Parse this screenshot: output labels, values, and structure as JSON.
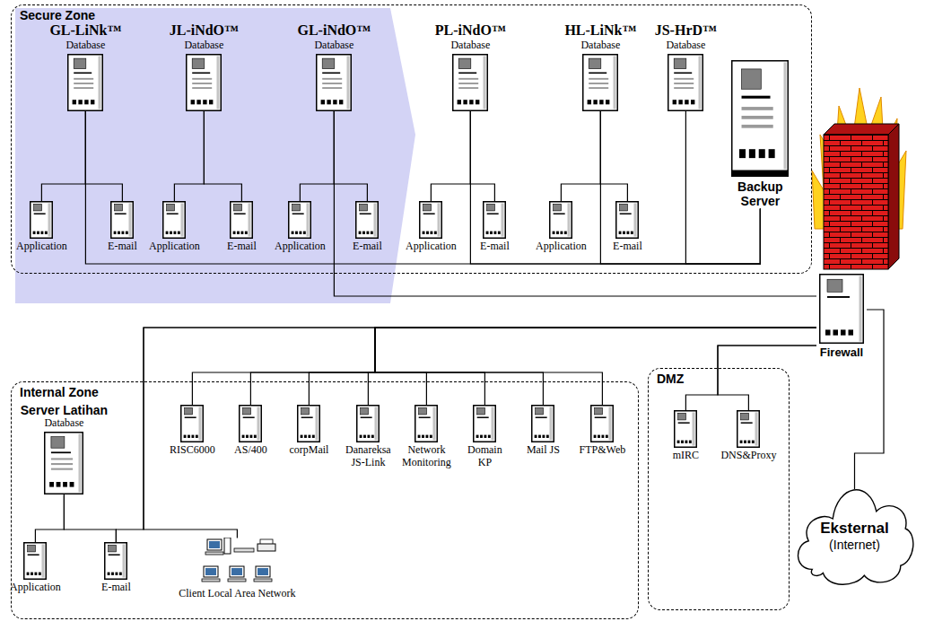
{
  "diagram": {
    "nodes": [
      {
        "text": [
          "Secure Zone"
        ]
      },
      {
        "text": [
          "GL-LiNk™",
          "Database"
        ],
        "in": 0
      },
      {
        "text": [
          "JL-iNdO™",
          "Database"
        ],
        "in": 0
      },
      {
        "text": [
          "GL-iNdO™",
          "Database"
        ],
        "in": 0
      },
      {
        "text": [
          "PL-iNdO™",
          "Database"
        ],
        "in": 0
      },
      {
        "text": [
          "HL-LiNk™",
          "Database"
        ],
        "in": 0
      },
      {
        "text": [
          "JS-HrD™",
          "Database"
        ],
        "in": 0
      },
      {
        "text": [
          "Backup Server"
        ],
        "in": 0
      },
      {
        "text": [
          "Application"
        ],
        "in": 0
      },
      {
        "text": [
          "E-mail"
        ],
        "in": 0
      },
      {
        "text": [
          "Application"
        ],
        "in": 0
      },
      {
        "text": [
          "E-mail"
        ],
        "in": 0
      },
      {
        "text": [
          "Application"
        ],
        "in": 0
      },
      {
        "text": [
          "E-mail"
        ],
        "in": 0
      },
      {
        "text": [
          "Application"
        ],
        "in": 0
      },
      {
        "text": [
          "E-mail"
        ],
        "in": 0
      },
      {
        "text": [
          "Application"
        ],
        "in": 0
      },
      {
        "text": [
          "E-mail"
        ],
        "in": 0
      },
      {
        "text": [
          "Firewall"
        ]
      },
      {
        "text": [
          "Internal Zone"
        ]
      },
      {
        "text": [
          "Server Latihan",
          "Database"
        ],
        "in": 19
      },
      {
        "text": [
          "RISC6000"
        ],
        "in": 19
      },
      {
        "text": [
          "AS/400"
        ],
        "in": 19
      },
      {
        "text": [
          "corpMail"
        ],
        "in": 19
      },
      {
        "text": [
          "Danareksa JS-Link"
        ],
        "in": 19
      },
      {
        "text": [
          "Network Monitoring"
        ],
        "in": 19
      },
      {
        "text": [
          "Domain KP"
        ],
        "in": 19
      },
      {
        "text": [
          "Mail JS"
        ],
        "in": 19
      },
      {
        "text": [
          "FTP&Web"
        ],
        "in": 19
      },
      {
        "text": [
          "Application"
        ],
        "in": 19
      },
      {
        "text": [
          "E-mail"
        ],
        "in": 19
      },
      {
        "text": [
          "Client Local Area Network"
        ],
        "in": 19
      },
      {
        "text": [
          "DMZ"
        ]
      },
      {
        "text": [
          "mIRC"
        ],
        "in": 32
      },
      {
        "text": [
          "DNS&Proxy"
        ],
        "in": 32
      },
      {
        "text": [
          "Eksternal",
          "(Internet)"
        ]
      }
    ],
    "edges": [
      {
        "from": 1,
        "to": 8,
        "arrow": "none"
      },
      {
        "from": 1,
        "to": 9,
        "arrow": "none"
      },
      {
        "from": 2,
        "to": 10,
        "arrow": "none"
      },
      {
        "from": 2,
        "to": 11,
        "arrow": "none"
      },
      {
        "from": 3,
        "to": 12,
        "arrow": "none"
      },
      {
        "from": 3,
        "to": 13,
        "arrow": "none"
      },
      {
        "from": 4,
        "to": 14,
        "arrow": "none"
      },
      {
        "from": 4,
        "to": 15,
        "arrow": "none"
      },
      {
        "from": 5,
        "to": 16,
        "arrow": "none"
      },
      {
        "from": 5,
        "to": 17,
        "arrow": "none"
      },
      {
        "from": 1,
        "to": 7,
        "arrow": "none"
      },
      {
        "from": 4,
        "to": 7,
        "arrow": "none"
      },
      {
        "from": 5,
        "to": 7,
        "arrow": "none"
      },
      {
        "from": 6,
        "to": 7,
        "arrow": "none"
      },
      {
        "from": 3,
        "to": 18,
        "arrow": "none"
      },
      {
        "from": 18,
        "to": 21,
        "arrow": "none"
      },
      {
        "from": 18,
        "to": 22,
        "arrow": "none"
      },
      {
        "from": 18,
        "to": 23,
        "arrow": "none"
      },
      {
        "from": 18,
        "to": 24,
        "arrow": "none"
      },
      {
        "from": 18,
        "to": 25,
        "arrow": "none"
      },
      {
        "from": 18,
        "to": 26,
        "arrow": "none"
      },
      {
        "from": 18,
        "to": 27,
        "arrow": "none"
      },
      {
        "from": 18,
        "to": 28,
        "arrow": "none"
      },
      {
        "from": 18,
        "to": 31,
        "arrow": "none"
      },
      {
        "from": 18,
        "to": 30,
        "arrow": "none"
      },
      {
        "from": 20,
        "to": 29,
        "arrow": "none"
      },
      {
        "from": 20,
        "to": 30,
        "arrow": "none"
      },
      {
        "from": 18,
        "to": 33,
        "arrow": "none"
      },
      {
        "from": 18,
        "to": 34,
        "arrow": "none"
      },
      {
        "from": 18,
        "to": 35,
        "arrow": "none"
      }
    ]
  }
}
